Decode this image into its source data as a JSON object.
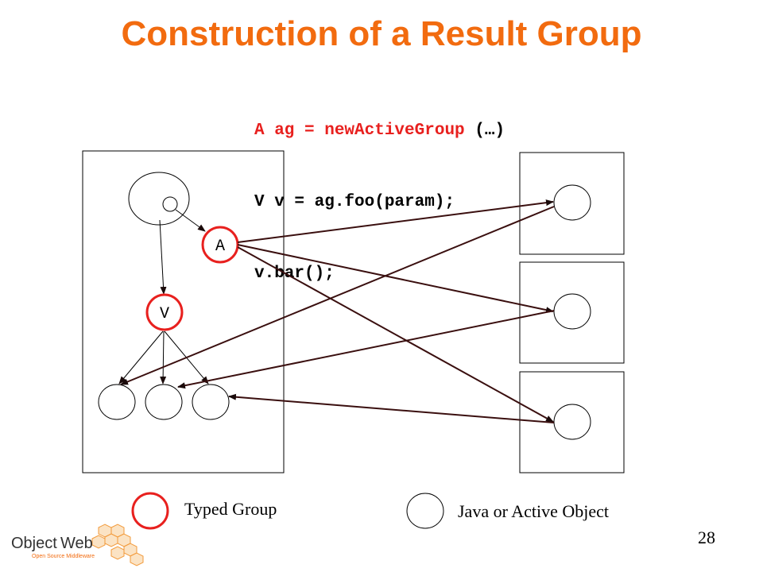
{
  "slide": {
    "title": "Construction of a Result Group",
    "page_number": "28"
  },
  "code": {
    "line1_red": "A ag = newActiveGroup",
    "line1_black": " (…)",
    "line2": "V v = ag.foo(param);",
    "line3": "v.bar();"
  },
  "diagram": {
    "node_a_label": "A",
    "node_v_label": "V",
    "colors": {
      "typed_group": "#e8201e",
      "edge": "#3a0f0f",
      "title": "#f26b0f"
    }
  },
  "legend": {
    "typed_group_label": "Typed Group",
    "object_label": "Java or Active Object"
  },
  "logo": {
    "text_object": "Object",
    "text_web": "Web",
    "tagline": "Open Source Middleware"
  }
}
